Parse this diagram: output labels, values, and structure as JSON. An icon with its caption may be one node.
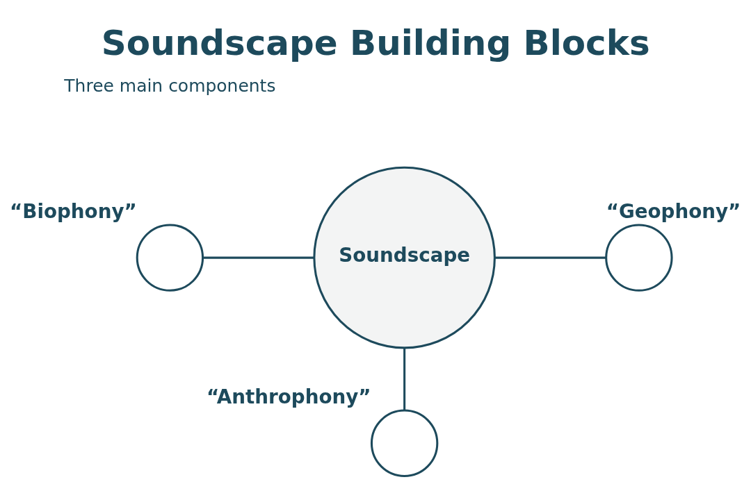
{
  "diagram": {
    "title": "Soundscape Building Blocks",
    "nodes": [
      {
        "text": [
          "Soundscape"
        ]
      },
      {
        "text": [],
        "shape": "circle",
        "beside": [
          "“Biophony”"
        ]
      },
      {
        "text": [],
        "shape": "circle",
        "beside": [
          "“Geophony”"
        ]
      },
      {
        "text": [],
        "shape": "circle",
        "beside": [
          "“Anthrophony”"
        ]
      }
    ],
    "edges": [
      {
        "from": 1,
        "to": 0,
        "arrow": "none"
      },
      {
        "from": 0,
        "to": 2,
        "arrow": "none"
      },
      {
        "from": 0,
        "to": 3,
        "arrow": "none"
      }
    ],
    "labels": [
      "Three main components"
    ]
  }
}
